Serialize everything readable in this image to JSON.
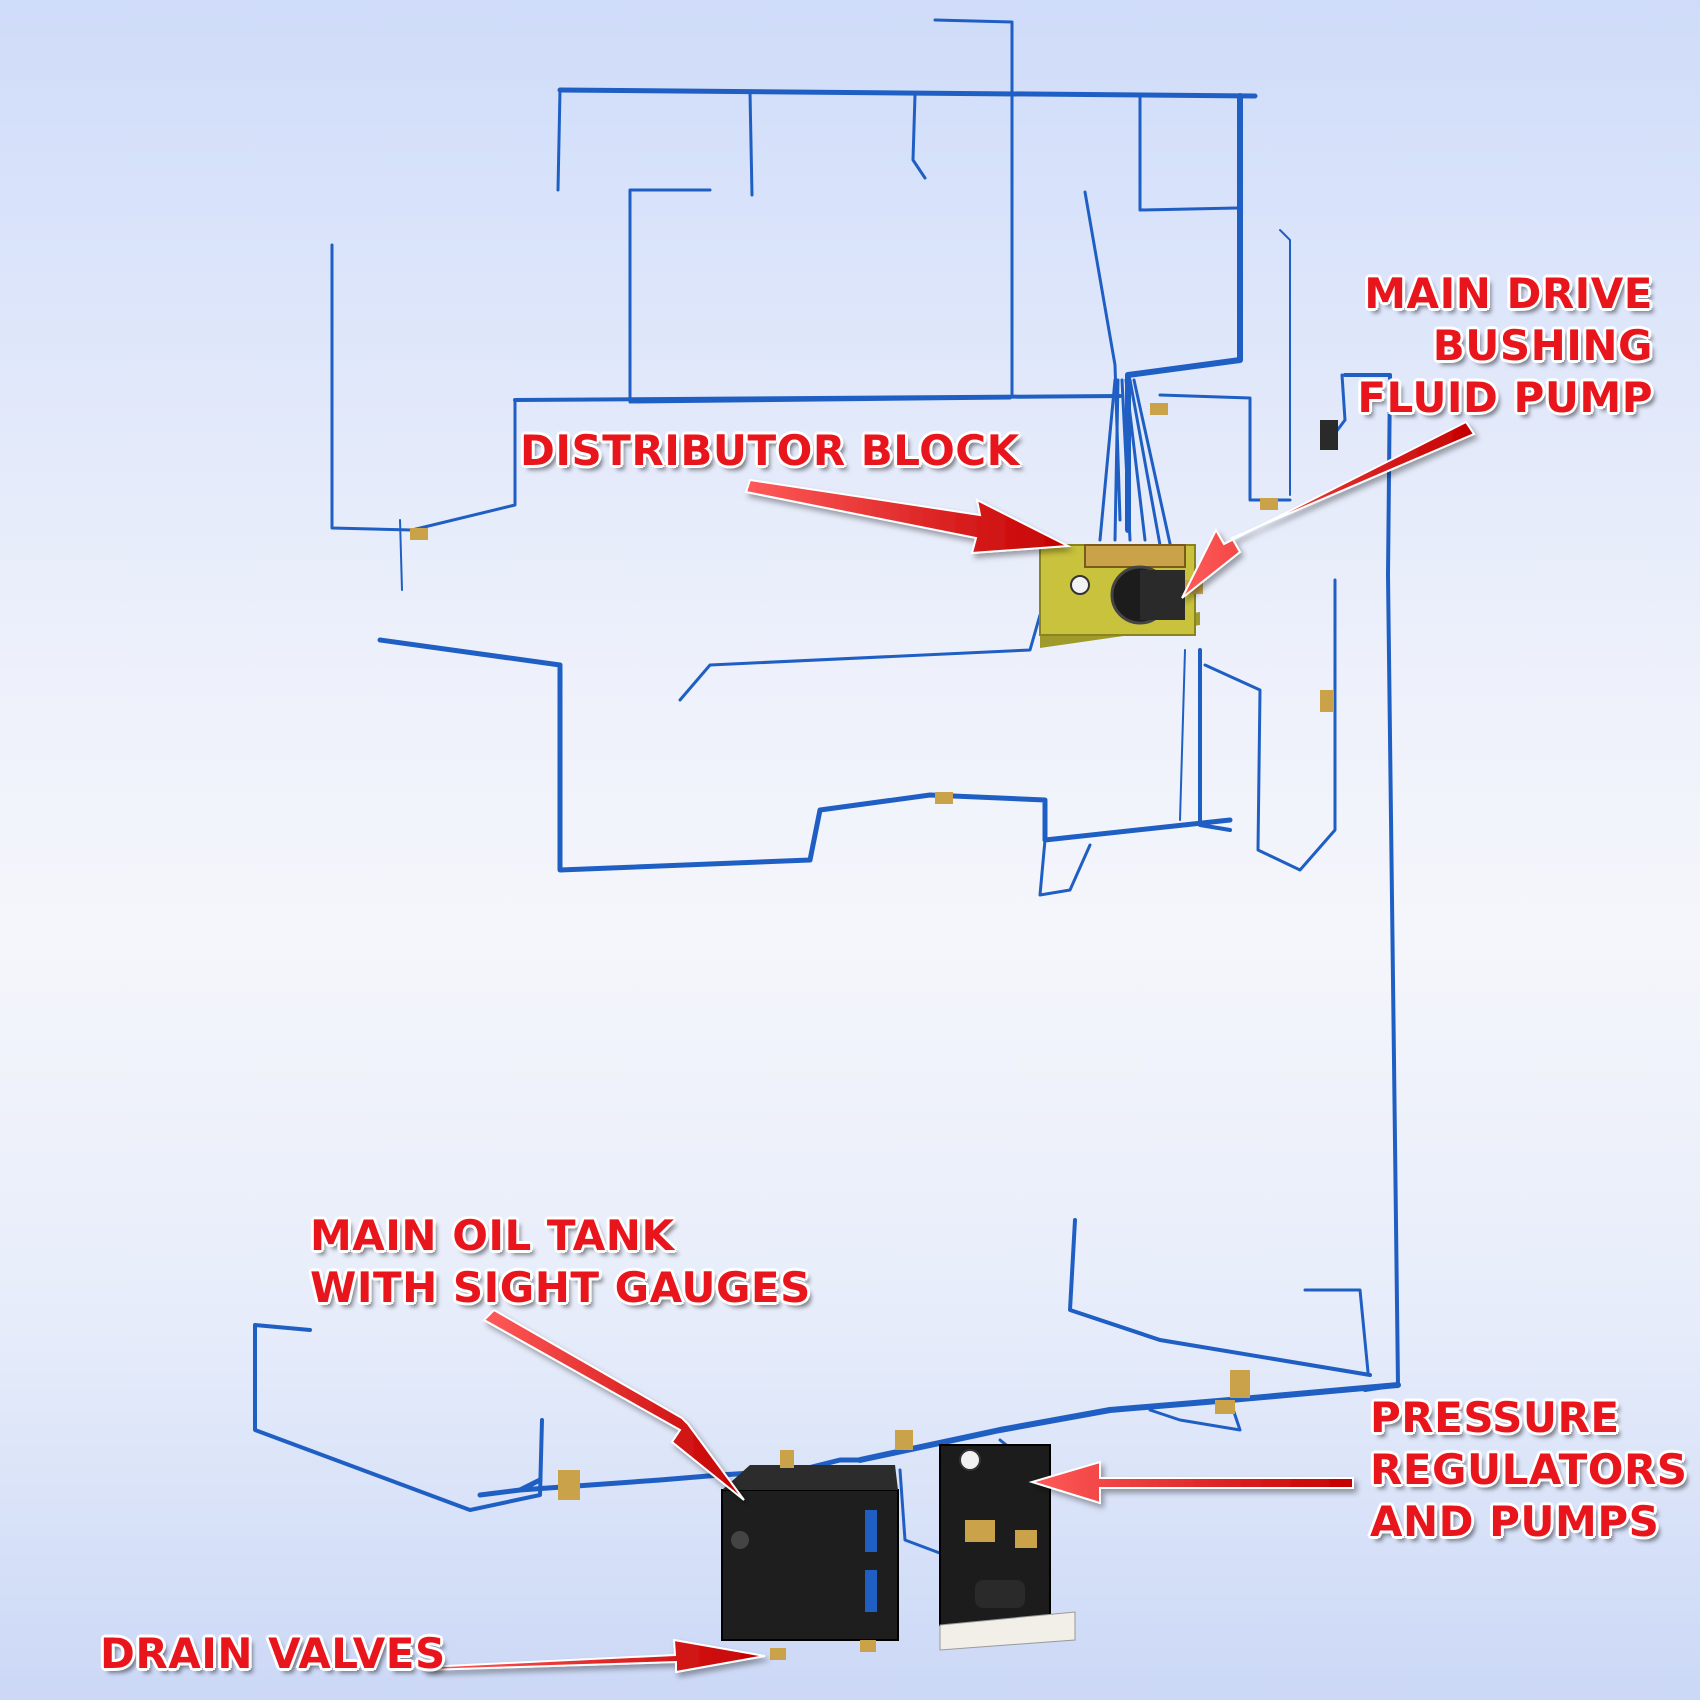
{
  "labels": {
    "main_drive": [
      "MAIN DRIVE",
      "BUSHING",
      "FLUID PUMP"
    ],
    "distributor": [
      "DISTRIBUTOR BLOCK"
    ],
    "oil_tank": [
      "MAIN OIL TANK",
      "WITH SIGHT GAUGES"
    ],
    "pressure": [
      "PRESSURE",
      "REGULATORS",
      "AND PUMPS"
    ],
    "drain": [
      "DRAIN VALVES"
    ]
  },
  "colors": {
    "pipe": "#1f5fc4",
    "callout": "#e8161c",
    "pump_plate": "#c9c23c",
    "tank": "#1e1e1e",
    "fitting": "#c9a24a"
  }
}
